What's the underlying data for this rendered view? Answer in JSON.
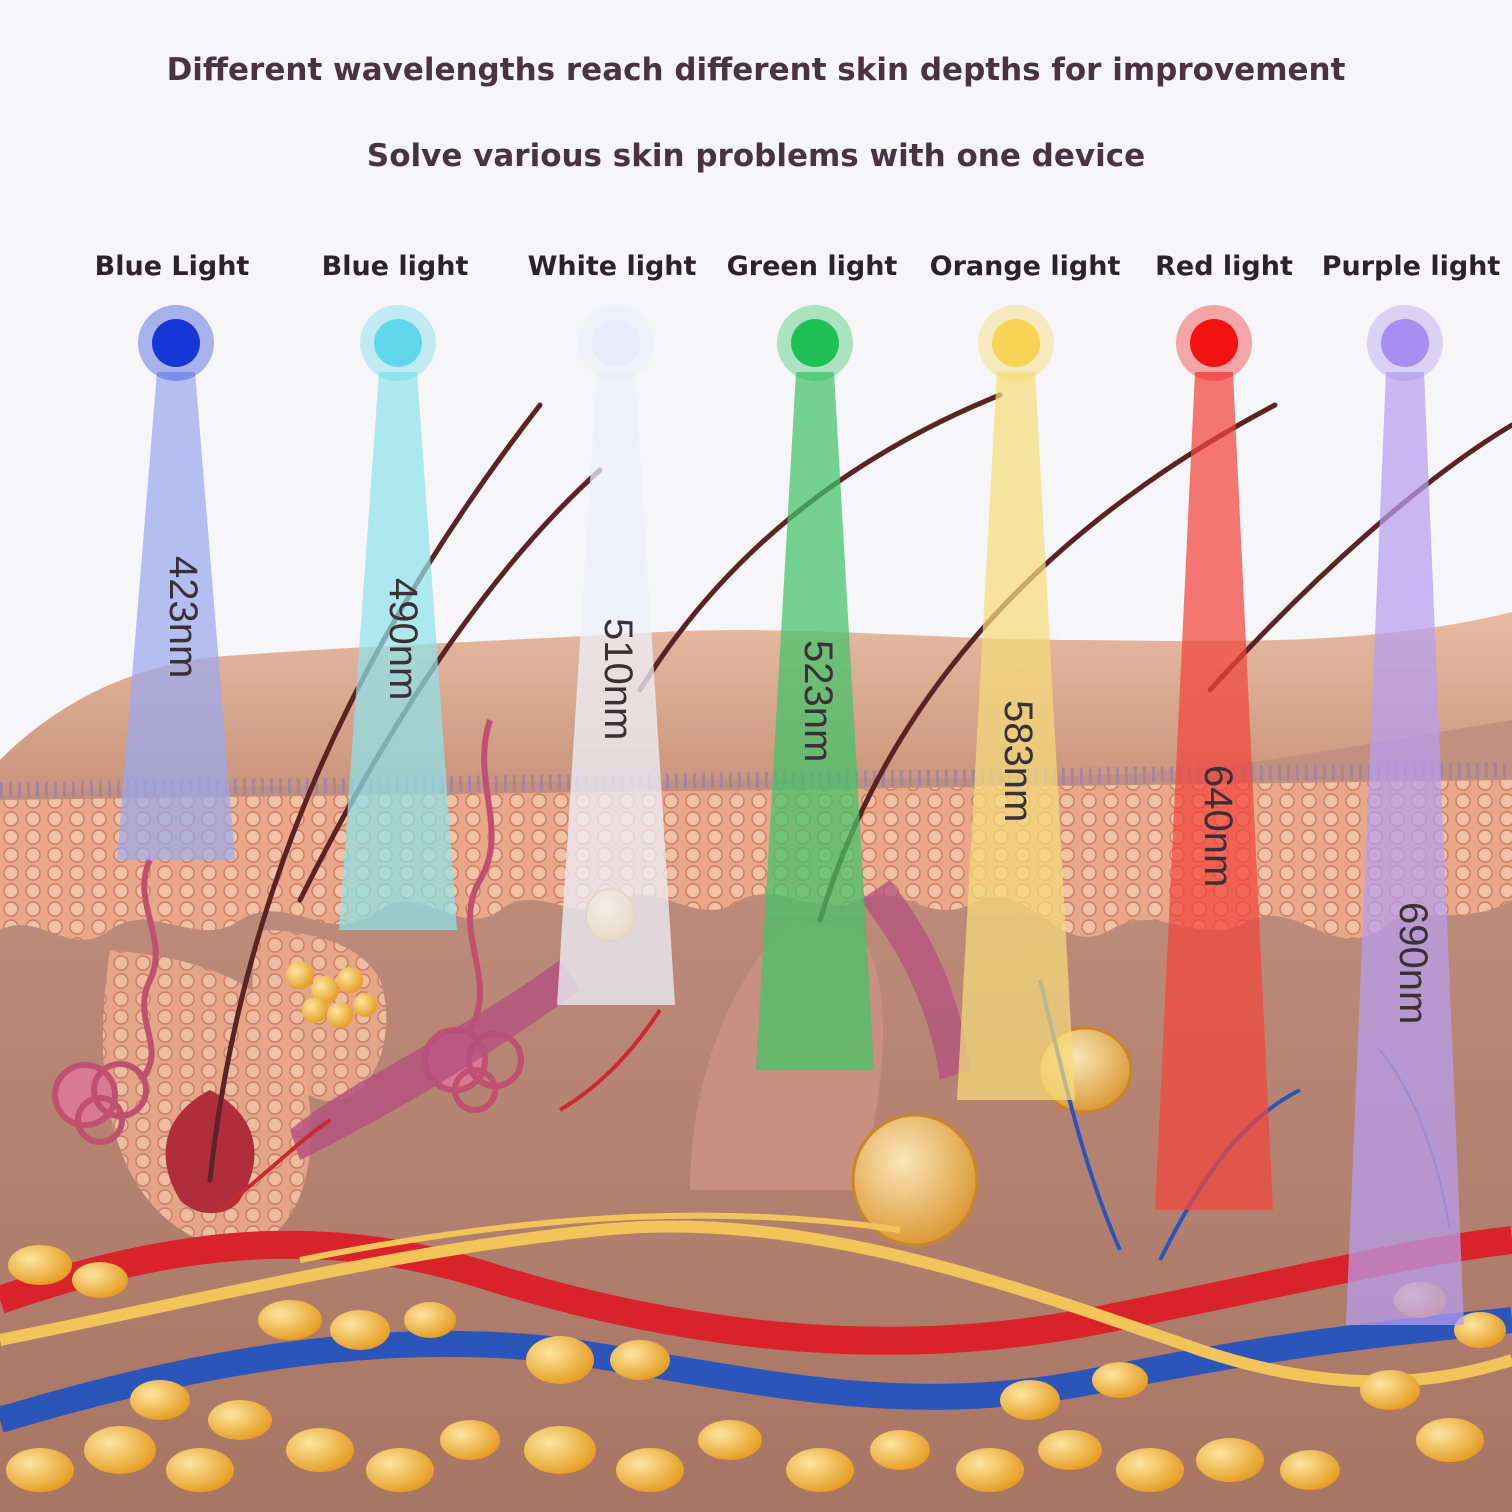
{
  "header": {
    "title": "Different wavelengths reach different skin depths for improvement",
    "subtitle": "Solve various skin problems with one device"
  },
  "lights": [
    {
      "label": "Blue Light",
      "wavelength": "423nm",
      "color": "#1437d6",
      "beam_color": "#9aa9ee"
    },
    {
      "label": "Blue light",
      "wavelength": "490nm",
      "color": "#5fd8ec",
      "beam_color": "#8fe3ea"
    },
    {
      "label": "White light",
      "wavelength": "510nm",
      "color": "#e9ecfb",
      "beam_color": "#eef0fb"
    },
    {
      "label": "Green light",
      "wavelength": "523nm",
      "color": "#1fc156",
      "beam_color": "#42c46b"
    },
    {
      "label": "Orange light",
      "wavelength": "583nm",
      "color": "#f7d455",
      "beam_color": "#f4dc7c"
    },
    {
      "label": "Red light",
      "wavelength": "640nm",
      "color": "#f21212",
      "beam_color": "#f2453d"
    },
    {
      "label": "Purple light",
      "wavelength": "690nm",
      "color": "#a78ef0",
      "beam_color": "#b79ef0"
    }
  ],
  "colors": {
    "background": "#f6f5f8",
    "heading": "#4a3340",
    "skin_surface": "#d6a48a",
    "dermis": "#bb8a78",
    "fat": "#f0b437",
    "artery": "#d8232a",
    "vein": "#2b55b8",
    "nerve": "#f2c55a"
  }
}
